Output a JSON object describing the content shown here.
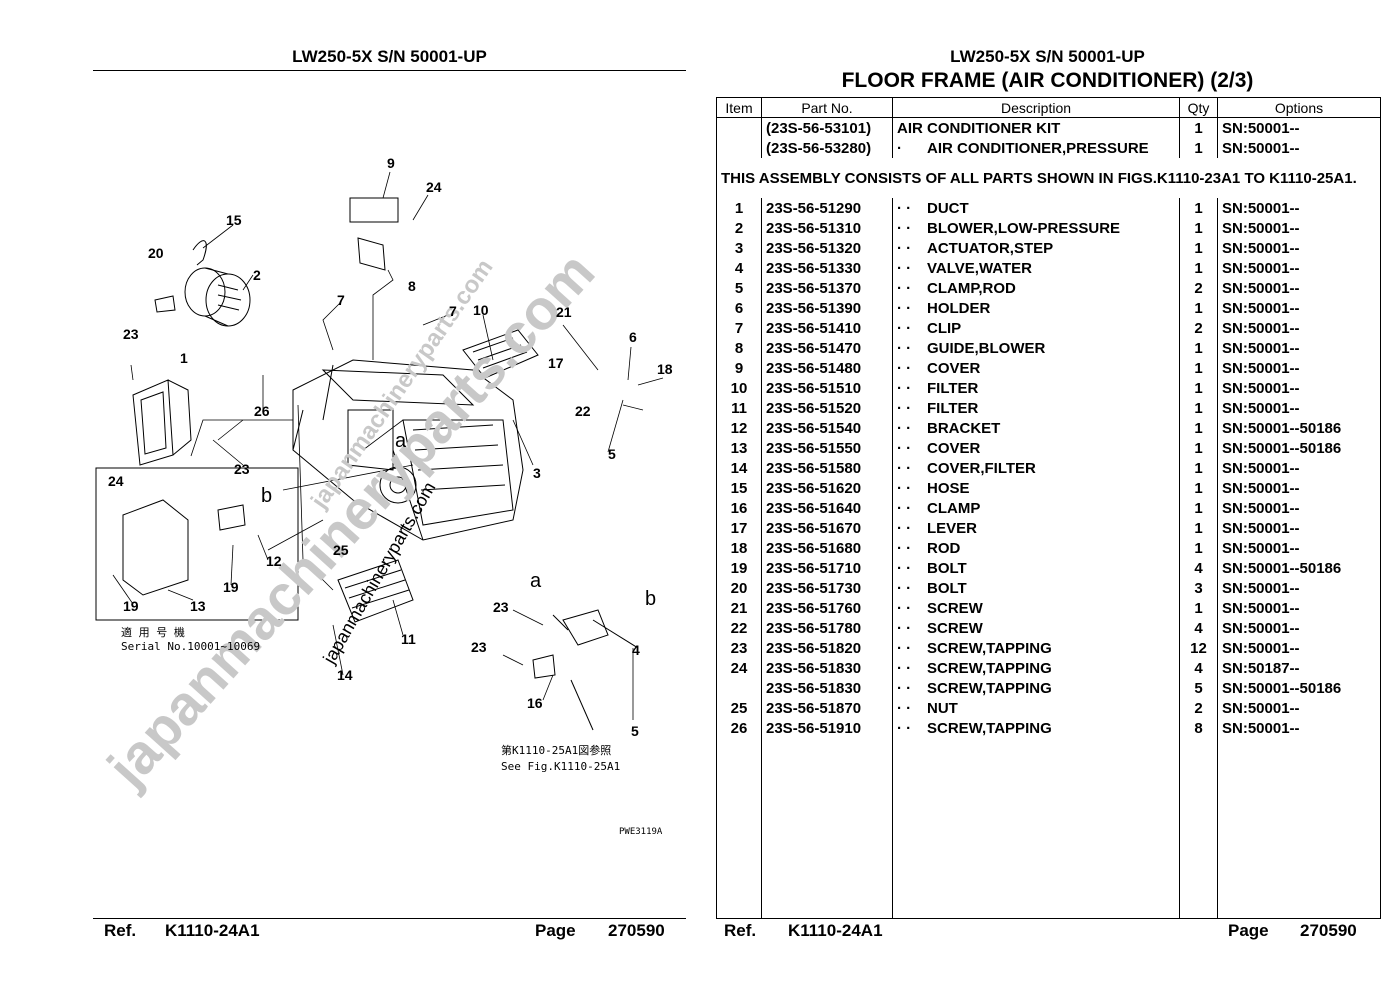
{
  "left_page": {
    "header": "LW250-5X S/N 50001-UP",
    "diagram": {
      "watermarks": [
        "japanmachineryparts.com",
        "japanmachineryparts.com",
        "japanmachineryparts.com"
      ],
      "inset_note_jp": "適 用 号 機",
      "inset_note": "Serial No.10001~10069",
      "ref_note_jp": "第K1110-25A1図参照",
      "ref_note": "See Fig.K1110-25A1",
      "drawing_code": "PWE3119A",
      "letters": [
        "a",
        "b",
        "a",
        "b"
      ],
      "callouts": [
        "9",
        "24",
        "15",
        "20",
        "2",
        "8",
        "7",
        "7",
        "10",
        "21",
        "23",
        "6",
        "1",
        "17",
        "18",
        "26",
        "22",
        "5",
        "23",
        "3",
        "24",
        "12",
        "25",
        "19",
        "19",
        "13",
        "11",
        "23",
        "23",
        "4",
        "14",
        "16",
        "5"
      ]
    },
    "footer": {
      "ref_label": "Ref.",
      "ref_value": "K1110-24A1",
      "page_label": "Page",
      "page_value": "270590"
    }
  },
  "right_page": {
    "header": "LW250-5X S/N 50001-UP",
    "title": "FLOOR FRAME (AIR CONDITIONER) (2/3)",
    "table": {
      "columns": [
        "Item",
        "Part No.",
        "Description",
        "Qty",
        "Options"
      ],
      "rows": [
        {
          "item": "",
          "part": "(23S-56-53101)",
          "desc": "AIR CONDITIONER KIT",
          "dots": "",
          "qty": "1",
          "opt": "SN:50001--"
        },
        {
          "item": "",
          "part": "(23S-56-53280)",
          "desc": "AIR CONDITIONER,PRESSURE",
          "dots": "·",
          "qty": "1",
          "opt": "SN:50001--"
        },
        {
          "note": "THIS ASSEMBLY CONSISTS OF ALL PARTS SHOWN IN FIGS.K1110-23A1 TO K1110-25A1."
        },
        {
          "item": "1",
          "part": "23S-56-51290",
          "desc": "DUCT",
          "dots": "· ·",
          "qty": "1",
          "opt": "SN:50001--"
        },
        {
          "item": "2",
          "part": "23S-56-51310",
          "desc": "BLOWER,LOW-PRESSURE",
          "dots": "· ·",
          "qty": "1",
          "opt": "SN:50001--"
        },
        {
          "item": "3",
          "part": "23S-56-51320",
          "desc": "ACTUATOR,STEP",
          "dots": "· ·",
          "qty": "1",
          "opt": "SN:50001--"
        },
        {
          "item": "4",
          "part": "23S-56-51330",
          "desc": "VALVE,WATER",
          "dots": "· ·",
          "qty": "1",
          "opt": "SN:50001--"
        },
        {
          "item": "5",
          "part": "23S-56-51370",
          "desc": "CLAMP,ROD",
          "dots": "· ·",
          "qty": "2",
          "opt": "SN:50001--"
        },
        {
          "item": "6",
          "part": "23S-56-51390",
          "desc": "HOLDER",
          "dots": "· ·",
          "qty": "1",
          "opt": "SN:50001--"
        },
        {
          "item": "7",
          "part": "23S-56-51410",
          "desc": "CLIP",
          "dots": "· ·",
          "qty": "2",
          "opt": "SN:50001--"
        },
        {
          "item": "8",
          "part": "23S-56-51470",
          "desc": "GUIDE,BLOWER",
          "dots": "· ·",
          "qty": "1",
          "opt": "SN:50001--"
        },
        {
          "item": "9",
          "part": "23S-56-51480",
          "desc": "COVER",
          "dots": "· ·",
          "qty": "1",
          "opt": "SN:50001--"
        },
        {
          "item": "10",
          "part": "23S-56-51510",
          "desc": "FILTER",
          "dots": "· ·",
          "qty": "1",
          "opt": "SN:50001--"
        },
        {
          "item": "11",
          "part": "23S-56-51520",
          "desc": "FILTER",
          "dots": "· ·",
          "qty": "1",
          "opt": "SN:50001--"
        },
        {
          "item": "12",
          "part": "23S-56-51540",
          "desc": "BRACKET",
          "dots": "· ·",
          "qty": "1",
          "opt": "SN:50001--50186"
        },
        {
          "item": "13",
          "part": "23S-56-51550",
          "desc": "COVER",
          "dots": "· ·",
          "qty": "1",
          "opt": "SN:50001--50186"
        },
        {
          "item": "14",
          "part": "23S-56-51580",
          "desc": "COVER,FILTER",
          "dots": "· ·",
          "qty": "1",
          "opt": "SN:50001--"
        },
        {
          "item": "15",
          "part": "23S-56-51620",
          "desc": "HOSE",
          "dots": "· ·",
          "qty": "1",
          "opt": "SN:50001--"
        },
        {
          "item": "16",
          "part": "23S-56-51640",
          "desc": "CLAMP",
          "dots": "· ·",
          "qty": "1",
          "opt": "SN:50001--"
        },
        {
          "item": "17",
          "part": "23S-56-51670",
          "desc": "LEVER",
          "dots": "· ·",
          "qty": "1",
          "opt": "SN:50001--"
        },
        {
          "item": "18",
          "part": "23S-56-51680",
          "desc": "ROD",
          "dots": "· ·",
          "qty": "1",
          "opt": "SN:50001--"
        },
        {
          "item": "19",
          "part": "23S-56-51710",
          "desc": "BOLT",
          "dots": "· ·",
          "qty": "4",
          "opt": "SN:50001--50186"
        },
        {
          "item": "20",
          "part": "23S-56-51730",
          "desc": "BOLT",
          "dots": "· ·",
          "qty": "3",
          "opt": "SN:50001--"
        },
        {
          "item": "21",
          "part": "23S-56-51760",
          "desc": "SCREW",
          "dots": "· ·",
          "qty": "1",
          "opt": "SN:50001--"
        },
        {
          "item": "22",
          "part": "23S-56-51780",
          "desc": "SCREW",
          "dots": "· ·",
          "qty": "4",
          "opt": "SN:50001--"
        },
        {
          "item": "23",
          "part": "23S-56-51820",
          "desc": "SCREW,TAPPING",
          "dots": "· ·",
          "qty": "12",
          "opt": "SN:50001--"
        },
        {
          "item": "24",
          "part": "23S-56-51830",
          "desc": "SCREW,TAPPING",
          "dots": "· ·",
          "qty": "4",
          "opt": "SN:50187--"
        },
        {
          "item": "",
          "part": "23S-56-51830",
          "desc": "SCREW,TAPPING",
          "dots": "· ·",
          "qty": "5",
          "opt": "SN:50001--50186"
        },
        {
          "item": "25",
          "part": "23S-56-51870",
          "desc": "NUT",
          "dots": "· ·",
          "qty": "2",
          "opt": "SN:50001--"
        },
        {
          "item": "26",
          "part": "23S-56-51910",
          "desc": "SCREW,TAPPING",
          "dots": "· ·",
          "qty": "8",
          "opt": "SN:50001--"
        }
      ]
    },
    "footer": {
      "ref_label": "Ref.",
      "ref_value": "K1110-24A1",
      "page_label": "Page",
      "page_value": "270590"
    }
  }
}
